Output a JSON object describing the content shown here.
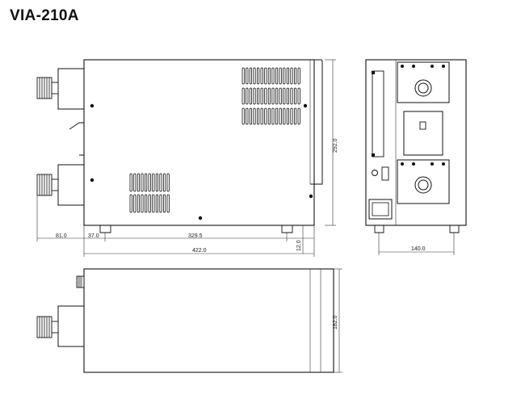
{
  "title": "VIA-210A",
  "dimensions": {
    "knob_protrusion": "81.0",
    "foot_offset": "37.0",
    "foot_spacing": "329.5",
    "overall_depth": "422.0",
    "foot_height": "12.0",
    "height": "292.0",
    "front_foot_spacing": "140.0",
    "width": "182.0"
  }
}
